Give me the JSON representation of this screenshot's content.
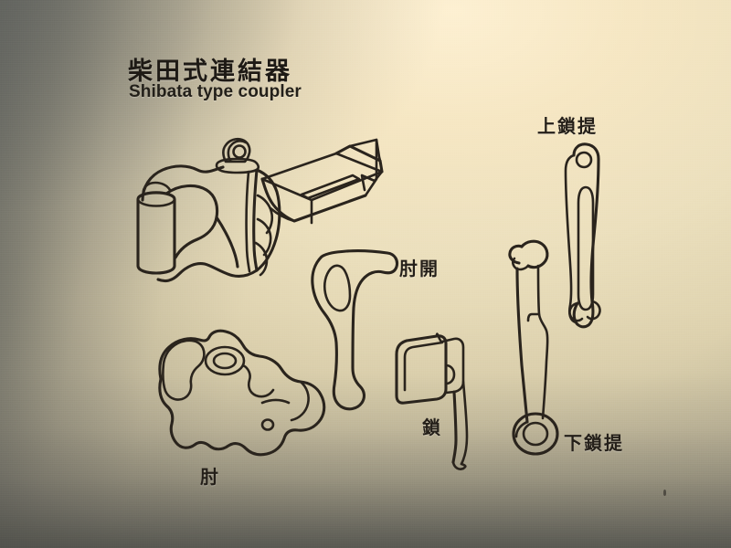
{
  "panel": {
    "title_ja": "柴田式連結器",
    "title_en": "Shibata type coupler",
    "background": {
      "warm_highlight": "#fdf0d2",
      "paper_cream": "#ece0bd",
      "shadow_gray": "#63635e",
      "ink": "#2a241d"
    }
  },
  "diagram": {
    "type": "technical-line-drawing",
    "subject": "Shibata type railway coupler exploded parts",
    "parts": [
      {
        "id": "coupler-head",
        "label": "",
        "description": "main coupler head with knuckle, pivot lug and shank",
        "position": "top-left"
      },
      {
        "id": "hiji-hiraki",
        "label": "肘開",
        "description": "knuckle opener lever",
        "position": "center"
      },
      {
        "id": "sa",
        "label": "鎖",
        "description": "lock block with shaft",
        "position": "center-bottom"
      },
      {
        "id": "hiji",
        "label": "肘",
        "description": "knuckle",
        "position": "bottom-left"
      },
      {
        "id": "jou-sa-te",
        "label": "上鎖提",
        "description": "upper lock lifter lever",
        "position": "right"
      },
      {
        "id": "ka-sa-te",
        "label": "下鎖提",
        "description": "lower lock lifter rod",
        "position": "right-bottom"
      }
    ]
  }
}
